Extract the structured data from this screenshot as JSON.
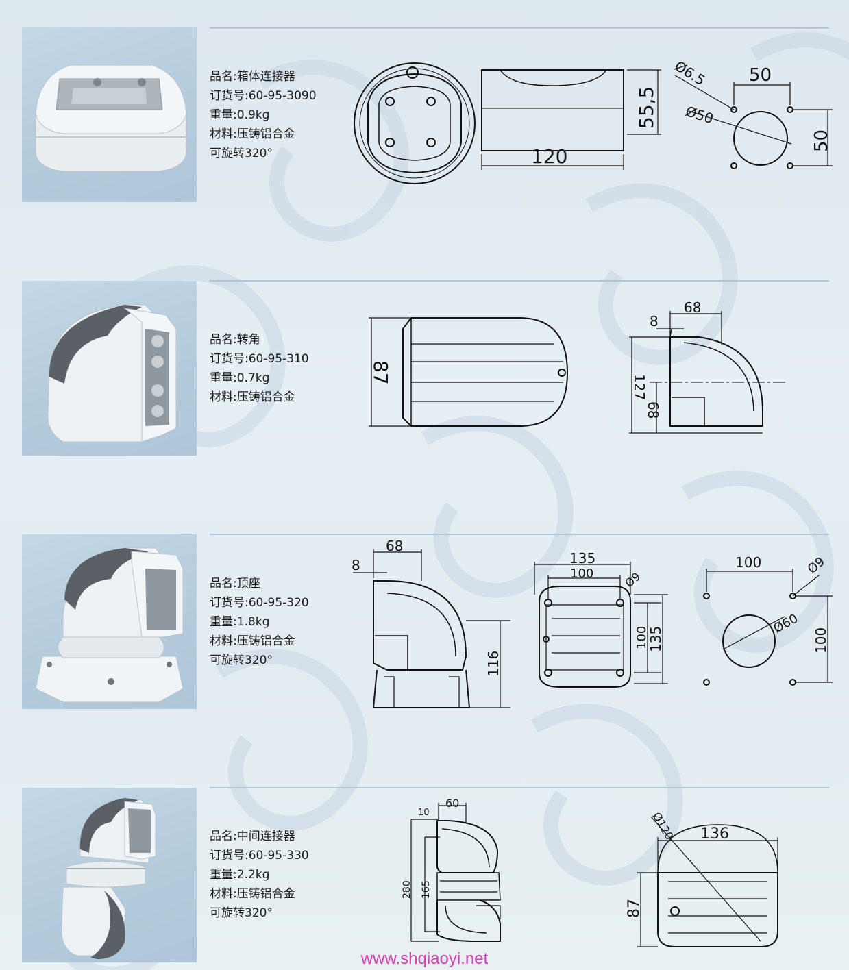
{
  "products": [
    {
      "name_line": "品名:箱体连接器",
      "order_line": "订货号:60-95-3090",
      "weight_line": "重量:0.9kg",
      "material_line": "材料:压铸铝合金",
      "rotate_line": "可旋转320°",
      "dims": {
        "height": "55,5",
        "width": "120",
        "hole_spacing_x": "50",
        "hole_spacing_y": "50",
        "hole_dia": "Ø6.5",
        "center_dia": "Ø50"
      }
    },
    {
      "name_line": "品名:转角",
      "order_line": "订货号:60-95-310",
      "weight_line": "重量:0.7kg",
      "material_line": "材料:压铸铝合金",
      "dims": {
        "side_height": "87",
        "top_width": "68",
        "offset": "8",
        "total_height": "127",
        "lower_height": "68"
      }
    },
    {
      "name_line": "品名:顶座",
      "order_line": "订货号:60-95-320",
      "weight_line": "重量:1.8kg",
      "material_line": "材料:压铸铝合金",
      "rotate_line": "可旋转320°",
      "dims": {
        "top_width": "68",
        "offset": "8",
        "height": "116",
        "outer": "135",
        "inner": "100",
        "outer_v": "135",
        "inner_v": "100",
        "corner_dia": "Ø9",
        "plate_x": "100",
        "plate_y": "100",
        "plate_hole": "Ø9",
        "plate_center": "Ø60"
      }
    },
    {
      "name_line": "品名:中间连接器",
      "order_line": "订货号:60-95-330",
      "weight_line": "重量:2.2kg",
      "material_line": "材料:压铸铝合金",
      "rotate_line": "可旋转320°",
      "dims": {
        "offset": "10",
        "top_width": "60",
        "total_height": "280",
        "mid_height": "165",
        "width": "136",
        "height": "87",
        "dia": "Ø120"
      }
    }
  ],
  "footer": {
    "url": "www.shqiaoyi.net"
  },
  "colors": {
    "rule": "#aec6d8",
    "photo_bg": "#b4cbdc",
    "url": "#d63fb6",
    "rubber_grey": "#5a6066"
  }
}
